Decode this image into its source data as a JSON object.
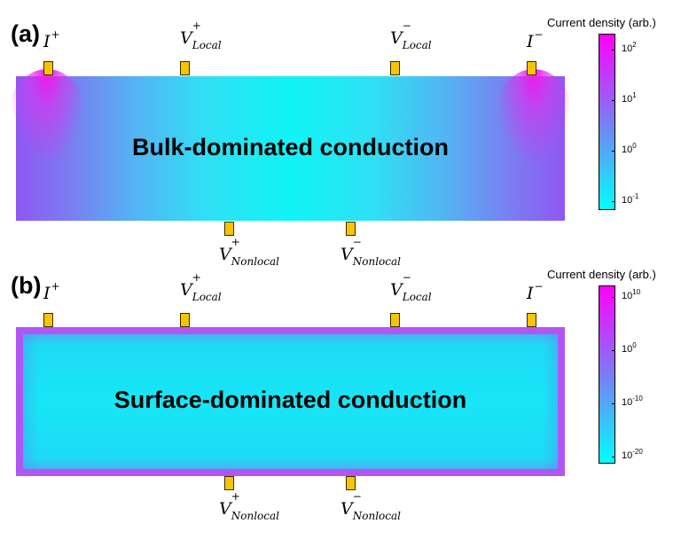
{
  "panel_a": {
    "label": "(a)",
    "sample_text": "Bulk-dominated conduction",
    "colorbar": {
      "title": "Current density (arb.)",
      "scale": "log",
      "ticks": [
        {
          "base": "10",
          "exp": "2"
        },
        {
          "base": "10",
          "exp": "1"
        },
        {
          "base": "10",
          "exp": "0"
        },
        {
          "base": "10",
          "exp": "-1"
        }
      ]
    }
  },
  "panel_b": {
    "label": "(b)",
    "sample_text": "Surface-dominated conduction",
    "colorbar": {
      "title": "Current density (arb.)",
      "scale": "log",
      "ticks": [
        {
          "base": "10",
          "exp": "10"
        },
        {
          "base": "10",
          "exp": "0"
        },
        {
          "base": "10",
          "exp": "-10"
        },
        {
          "base": "10",
          "exp": "-20"
        }
      ]
    }
  },
  "contacts": {
    "i_plus": {
      "sym": "I",
      "sup": "+"
    },
    "v_local_plus": {
      "sym": "V",
      "sup": "+",
      "sub": "Local"
    },
    "v_local_minus": {
      "sym": "V",
      "sup": "−",
      "sub": "Local"
    },
    "i_minus": {
      "sym": "I",
      "sup": "−"
    },
    "v_nonlocal_plus": {
      "sym": "V",
      "sup": "+",
      "sub": "Nonlocal"
    },
    "v_nonlocal_minus": {
      "sym": "V",
      "sup": "−",
      "sub": "Nonlocal"
    }
  },
  "colors": {
    "contact": "#f7c400",
    "colormap_high": "#ff00ff",
    "colormap_low": "#00ffff"
  }
}
